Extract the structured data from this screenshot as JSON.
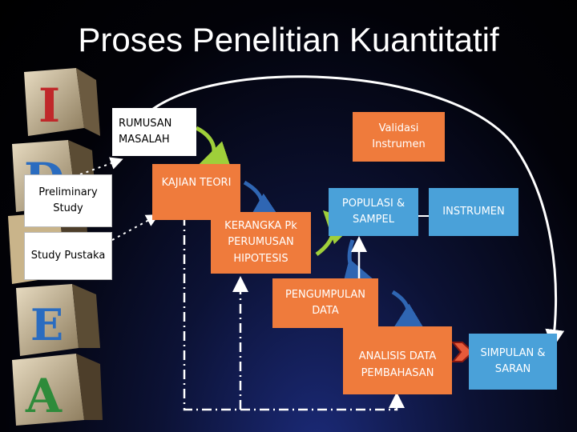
{
  "title": "Proses Penelitian Kuantitatif",
  "nodes": {
    "rumusan": "RUMUSAN MASALAH",
    "preliminary": "Preliminary Study",
    "pustaka": "Study Pustaka",
    "kajian": "KAJIAN TEORI",
    "kerangka": "KERANGKA Pk PERUMUSAN HIPOTESIS",
    "validasi": "Validasi Instrumen",
    "populasi": "POPULASI & SAMPEL",
    "instrumen": "INSTRUMEN",
    "pengumpulan": "PENGUMPULAN DATA",
    "analisis": "ANALISIS DATA PEMBAHASAN",
    "simpulan": "SIMPULAN & SARAN"
  },
  "blocks": [
    "I",
    "D",
    "E",
    "A"
  ],
  "colors": {
    "orange": "#ef7b3c",
    "blue": "#4aa1d9",
    "white": "#ffffff",
    "curve_green": "#9fcf3a",
    "curve_blue": "#2f66b3",
    "arrow_red": "#c0392b"
  }
}
